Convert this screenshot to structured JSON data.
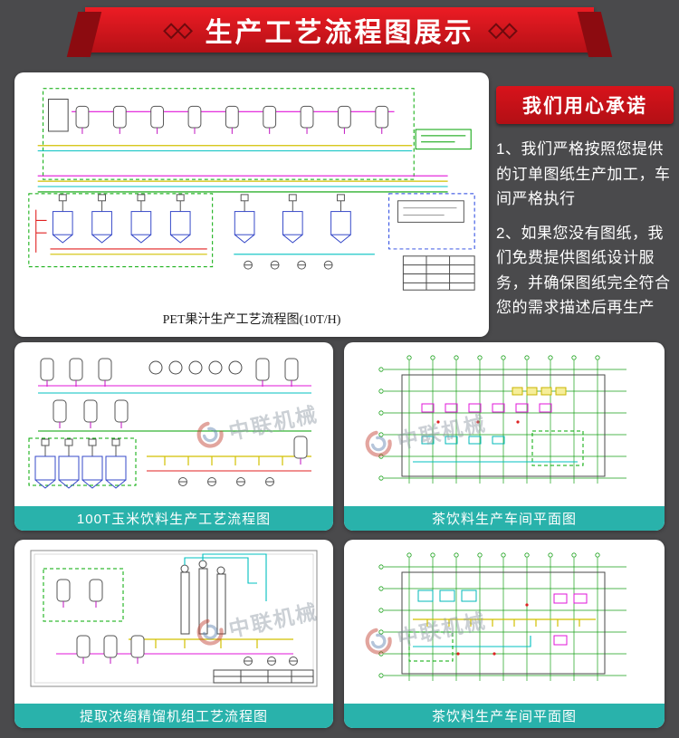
{
  "header": {
    "title": "生产工艺流程图展示",
    "left_ornament": "◇◇",
    "right_ornament": "◇◇"
  },
  "promise": {
    "badge": "我们用心承诺",
    "items": [
      "1、我们严格按照您提供的订单图纸生产加工，车间严格执行",
      "2、如果您没有图纸，我们免费提供图纸设计服务，并确保图纸完全符合您的需求描述后再生产"
    ]
  },
  "cards": {
    "main": {
      "caption": "PET果汁生产工艺流程图(10T/H)"
    },
    "grid": [
      {
        "caption": "100T玉米饮料生产工艺流程图"
      },
      {
        "caption": "茶饮料生产车间平面图"
      },
      {
        "caption": "提取浓缩精馏机组工艺流程图"
      },
      {
        "caption": "茶饮料生产车间平面图"
      }
    ]
  },
  "watermark": {
    "text": "中联机械"
  }
}
